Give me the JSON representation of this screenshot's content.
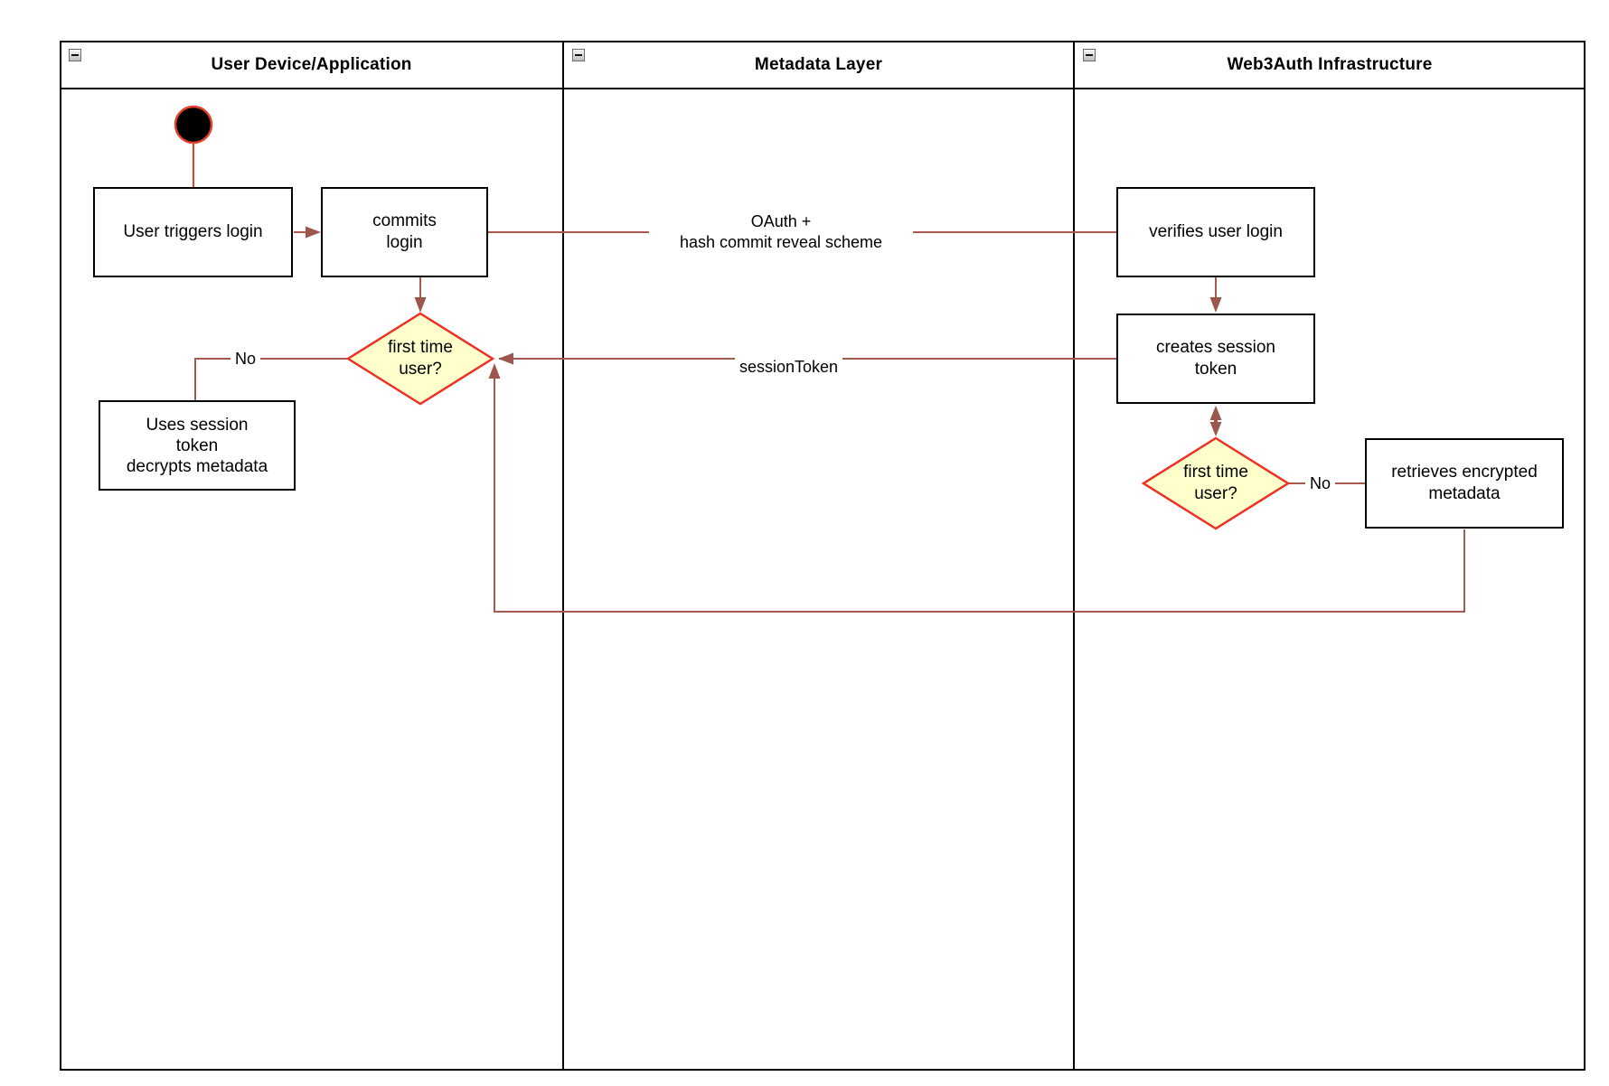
{
  "diagram_type": "uml-activity-swimlane",
  "lanes": [
    {
      "title": "User Device/Application"
    },
    {
      "title": "Metadata Layer"
    },
    {
      "title": "Web3Auth Infrastructure"
    }
  ],
  "nodes": {
    "start": "initial-node",
    "user_triggers_login": "User triggers login",
    "commits_login": "commits\nlogin",
    "first_time_user_1": "first time\nuser?",
    "uses_session_token": "Uses session\ntoken\ndecrypts metadata",
    "verifies_user_login": "verifies user login",
    "creates_session_token": "creates session\ntoken",
    "first_time_user_2": "first time\nuser?",
    "retrieves_encrypted_metadata": "retrieves encrypted\nmetadata"
  },
  "edge_labels": {
    "oauth": "OAuth +\nhash commit reveal scheme",
    "session_token": "sessionToken",
    "no_1": "No",
    "no_2": "No"
  },
  "icons": {
    "lane_collapse": "collapse-minus-icon"
  },
  "colors": {
    "flow_edge": "#a5594f",
    "arrowhead": "#9c564d",
    "bright_red": "#e8402a",
    "decision_fill": "#ffffcc",
    "decision_stroke": "#ed3124",
    "node_border": "#000000",
    "lane_border": "#000000"
  }
}
